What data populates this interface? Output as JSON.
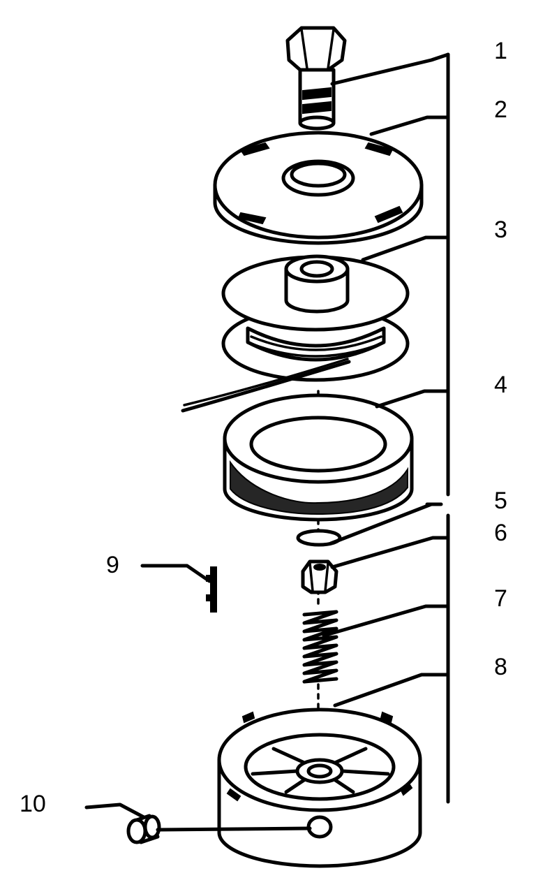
{
  "parts": [
    {
      "number": "1",
      "name": "bolt"
    },
    {
      "number": "2",
      "name": "top-cover"
    },
    {
      "number": "3",
      "name": "line-spool"
    },
    {
      "number": "4",
      "name": "outer-ring"
    },
    {
      "number": "5",
      "name": "washer"
    },
    {
      "number": "6",
      "name": "nut"
    },
    {
      "number": "7",
      "name": "spring"
    },
    {
      "number": "8",
      "name": "base-housing"
    },
    {
      "number": "9",
      "name": "clip"
    },
    {
      "number": "10",
      "name": "set-screw"
    }
  ]
}
